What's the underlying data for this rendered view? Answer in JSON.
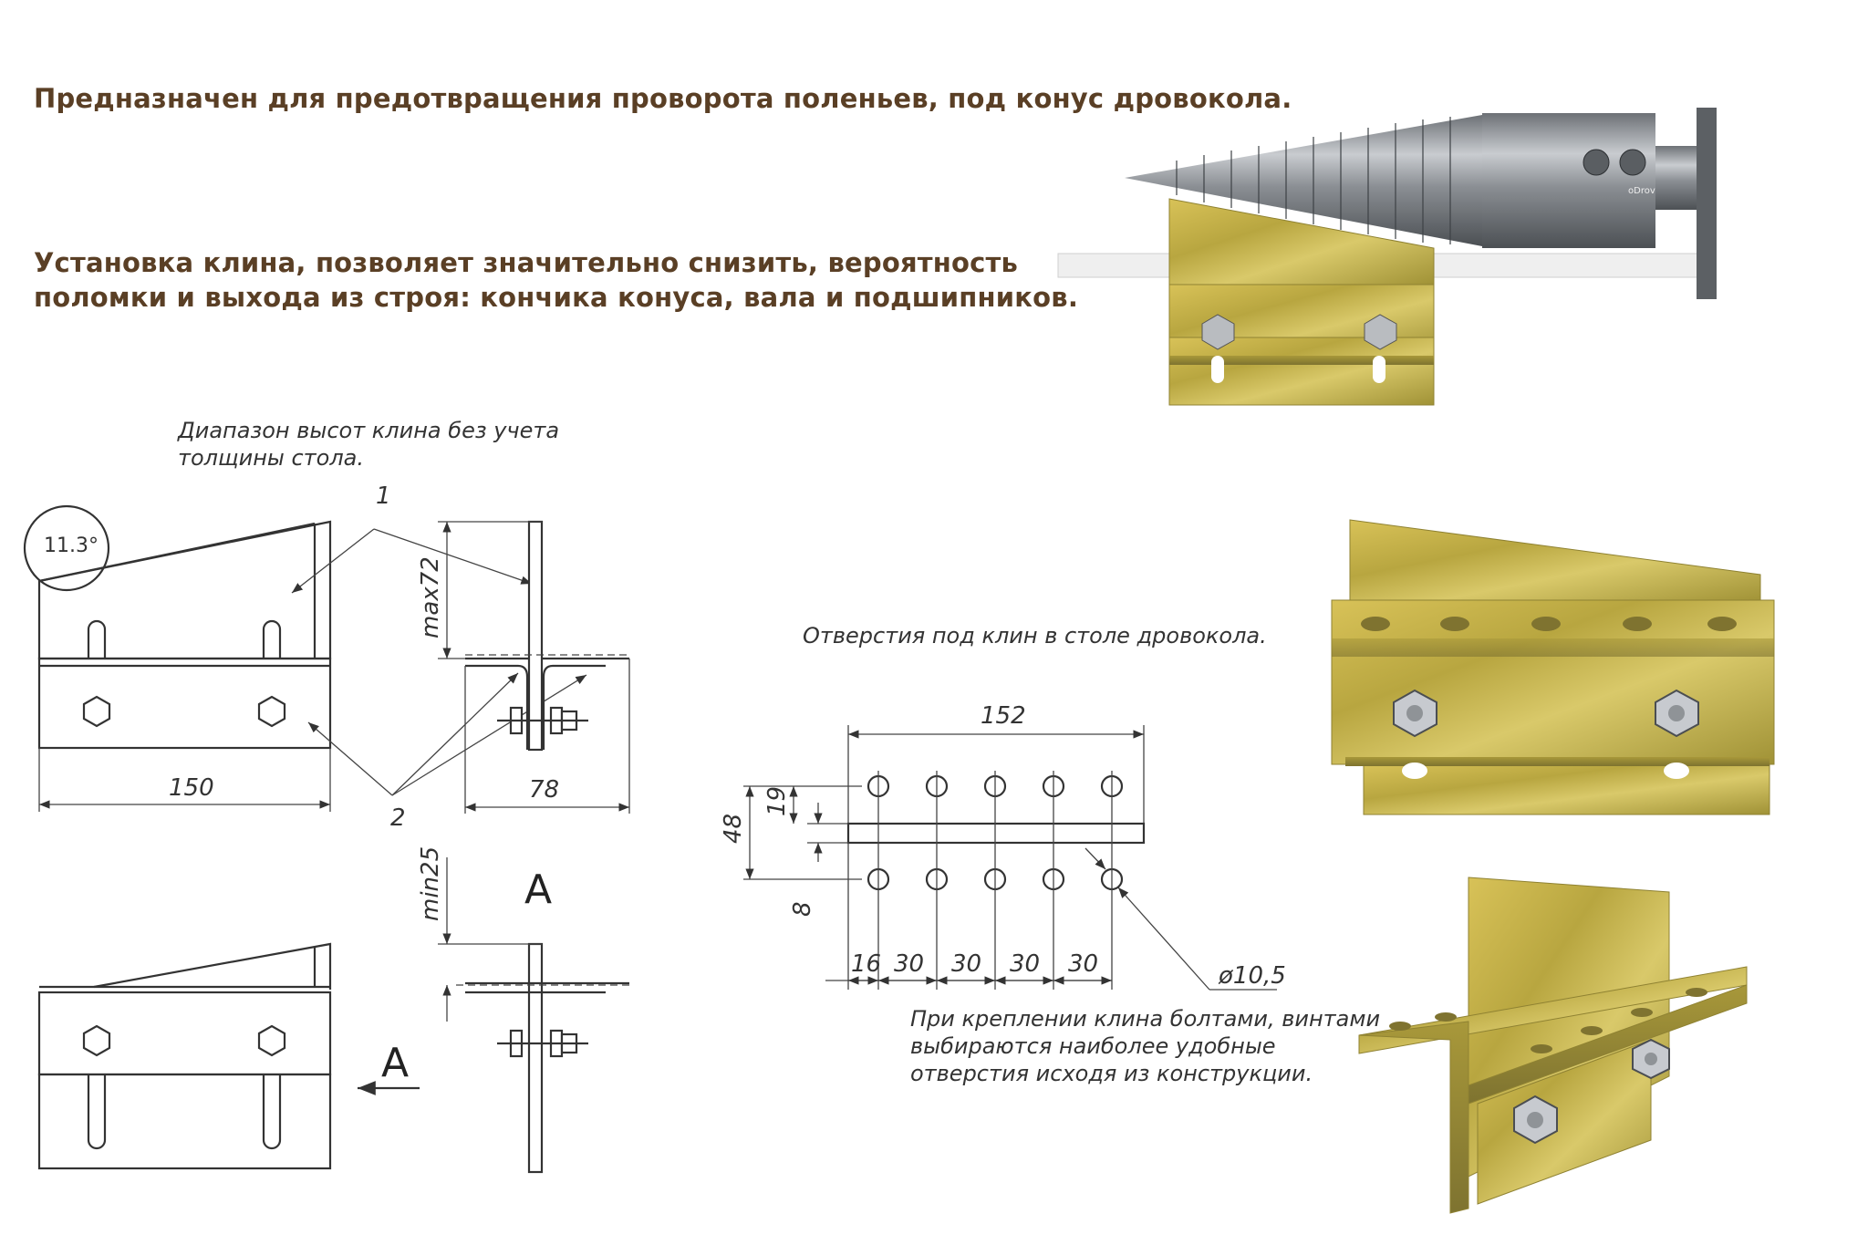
{
  "texts": {
    "heading1": "Предназначен для предотвращения проворота поленьев, под конус дровокола.",
    "heading2_line1": "Установка клина, позволяет значительно снизить, вероятность",
    "heading2_line2": "поломки и выхода из строя: кончика конуса, вала и подшипников.",
    "note_heights_line1": "Диапазон высот клина без учета",
    "note_heights_line2": "толщины стола.",
    "note_holes": "Отверстия под клин в столе дровокола.",
    "note_mount_line1": "При креплении клина болтами, винтами",
    "note_mount_line2": "выбираются наиболее удобные",
    "note_mount_line3": "отверстия исходя из конструкции.",
    "photo_watermark": "oDrova.ru"
  },
  "dims": {
    "angle": "11.3°",
    "callout1": "1",
    "callout2": "2",
    "width150": "150",
    "max72": "max72",
    "width78": "78",
    "min25": "min25",
    "viewA": "A",
    "arrowA": "A",
    "len152": "152",
    "d19": "19",
    "d48": "48",
    "d8": "8",
    "s16": "16",
    "s30a": "30",
    "s30b": "30",
    "s30c": "30",
    "s30d": "30",
    "hole": "ø10,5"
  },
  "colors": {
    "heading": "#5a3f25",
    "metal": "#c7b34a",
    "steel": "#8c9094"
  }
}
